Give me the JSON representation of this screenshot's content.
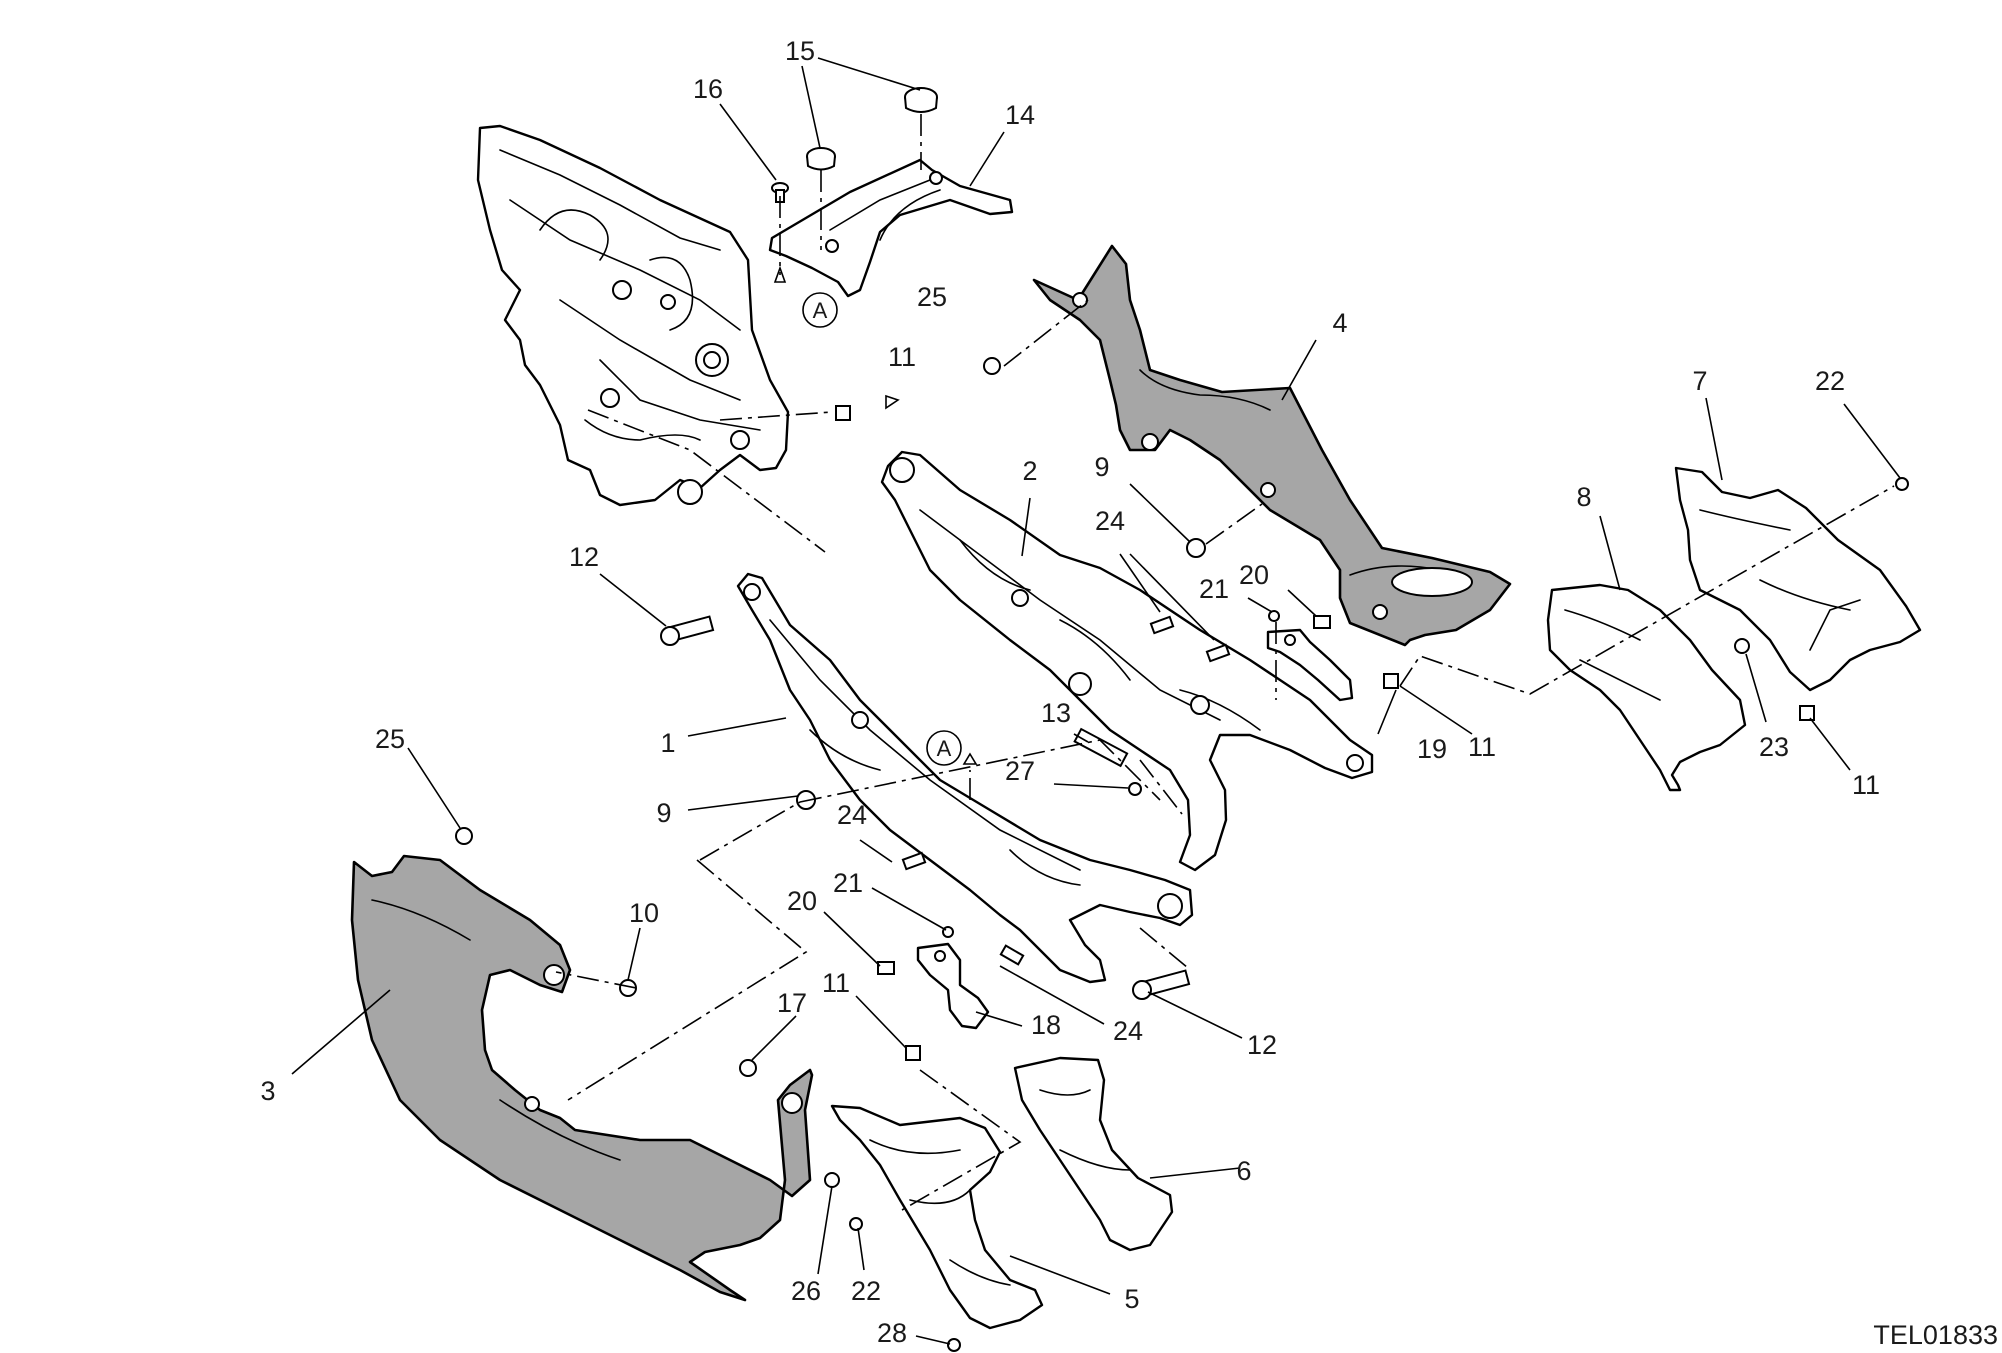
{
  "drawing_code": "TEL01833",
  "view_marker": "A",
  "callouts": [
    {
      "id": "c-1",
      "text": "1"
    },
    {
      "id": "c-2",
      "text": "2"
    },
    {
      "id": "c-3",
      "text": "3"
    },
    {
      "id": "c-4",
      "text": "4"
    },
    {
      "id": "c-5",
      "text": "5"
    },
    {
      "id": "c-6",
      "text": "6"
    },
    {
      "id": "c-7",
      "text": "7"
    },
    {
      "id": "c-8",
      "text": "8"
    },
    {
      "id": "c-9a",
      "text": "9"
    },
    {
      "id": "c-9b",
      "text": "9"
    },
    {
      "id": "c-10",
      "text": "10"
    },
    {
      "id": "c-11a",
      "text": "11"
    },
    {
      "id": "c-11b",
      "text": "11"
    },
    {
      "id": "c-11c",
      "text": "11"
    },
    {
      "id": "c-11d",
      "text": "11"
    },
    {
      "id": "c-12a",
      "text": "12"
    },
    {
      "id": "c-12b",
      "text": "12"
    },
    {
      "id": "c-13",
      "text": "13"
    },
    {
      "id": "c-14",
      "text": "14"
    },
    {
      "id": "c-15",
      "text": "15"
    },
    {
      "id": "c-16",
      "text": "16"
    },
    {
      "id": "c-17",
      "text": "17"
    },
    {
      "id": "c-18",
      "text": "18"
    },
    {
      "id": "c-19",
      "text": "19"
    },
    {
      "id": "c-20a",
      "text": "20"
    },
    {
      "id": "c-20b",
      "text": "20"
    },
    {
      "id": "c-21a",
      "text": "21"
    },
    {
      "id": "c-21b",
      "text": "21"
    },
    {
      "id": "c-22a",
      "text": "22"
    },
    {
      "id": "c-22b",
      "text": "22"
    },
    {
      "id": "c-23",
      "text": "23"
    },
    {
      "id": "c-24a",
      "text": "24"
    },
    {
      "id": "c-24b",
      "text": "24"
    },
    {
      "id": "c-24c",
      "text": "24"
    },
    {
      "id": "c-25a",
      "text": "25"
    },
    {
      "id": "c-25b",
      "text": "25"
    },
    {
      "id": "c-26",
      "text": "26"
    },
    {
      "id": "c-27",
      "text": "27"
    },
    {
      "id": "c-28",
      "text": "28"
    }
  ]
}
